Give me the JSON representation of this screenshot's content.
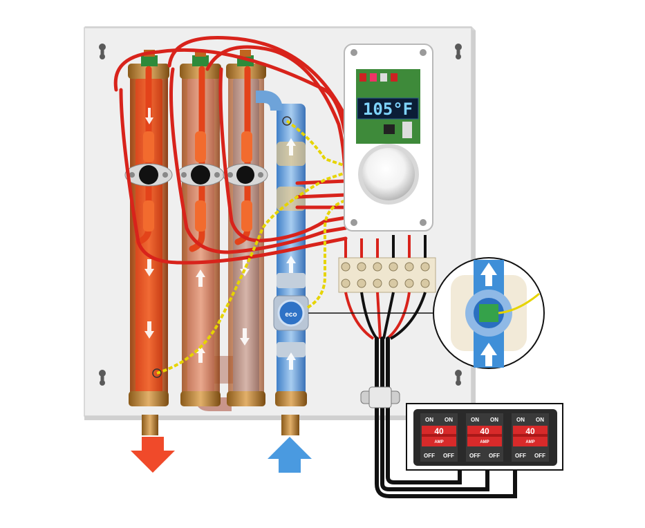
{
  "display": {
    "temperature": "105°F"
  },
  "flow_sensor": {
    "brand": "eco"
  },
  "breaker_panel": {
    "breakers": [
      {
        "on_left": "ON",
        "on_right": "ON",
        "rating": "40",
        "unit": "AMP",
        "off_left": "OFF",
        "off_right": "OFF"
      },
      {
        "on_left": "ON",
        "on_right": "ON",
        "rating": "40",
        "unit": "AMP",
        "off_left": "OFF",
        "off_right": "OFF"
      },
      {
        "on_left": "ON",
        "on_right": "ON",
        "rating": "40",
        "unit": "AMP",
        "off_left": "OFF",
        "off_right": "OFF"
      }
    ]
  },
  "colors": {
    "hot_water": "#e8542a",
    "cold_water": "#3f8fd8",
    "wire_red": "#d8231b",
    "wire_yellow": "#e6d400",
    "cabinet": "#efefef",
    "breaker_red": "#d82a2a",
    "display_text": "#7fd4ff"
  },
  "icons": [
    "hot-water-outlet-arrow-icon",
    "cold-water-inlet-arrow-icon",
    "mounting-keyhole-icon",
    "flow-arrow-icon"
  ]
}
